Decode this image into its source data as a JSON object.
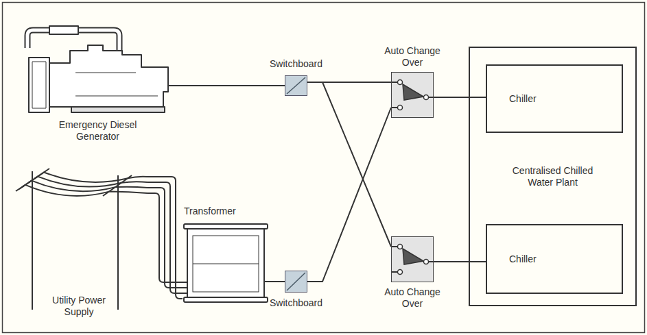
{
  "diagram": {
    "nodes": [
      {
        "text": [
          "Emergency Diesel Generator"
        ]
      },
      {
        "text": [
          "Switchboard"
        ]
      },
      {
        "text": [
          "Auto Change Over"
        ]
      },
      {
        "text": [
          "Centralised Chilled Water Plant"
        ]
      },
      {
        "text": [
          "Chiller"
        ],
        "in": 3
      },
      {
        "text": [
          "Chiller"
        ],
        "in": 3
      },
      {
        "text": [
          "Utility Power Supply"
        ]
      },
      {
        "text": [
          "Transformer"
        ]
      },
      {
        "text": [
          "Switchboard"
        ]
      },
      {
        "text": [
          "Auto Change Over"
        ]
      }
    ],
    "edges": [
      {
        "from": 0,
        "to": 1,
        "arrow": "none"
      },
      {
        "from": 1,
        "to": 2,
        "arrow": "none"
      },
      {
        "from": 1,
        "to": 9,
        "arrow": "none"
      },
      {
        "from": 6,
        "to": 7,
        "arrow": "none"
      },
      {
        "from": 7,
        "to": 8,
        "arrow": "none"
      },
      {
        "from": 8,
        "to": 2,
        "arrow": "none"
      },
      {
        "from": 2,
        "to": 4,
        "arrow": "none"
      },
      {
        "from": 9,
        "to": 5,
        "arrow": "none"
      }
    ]
  }
}
